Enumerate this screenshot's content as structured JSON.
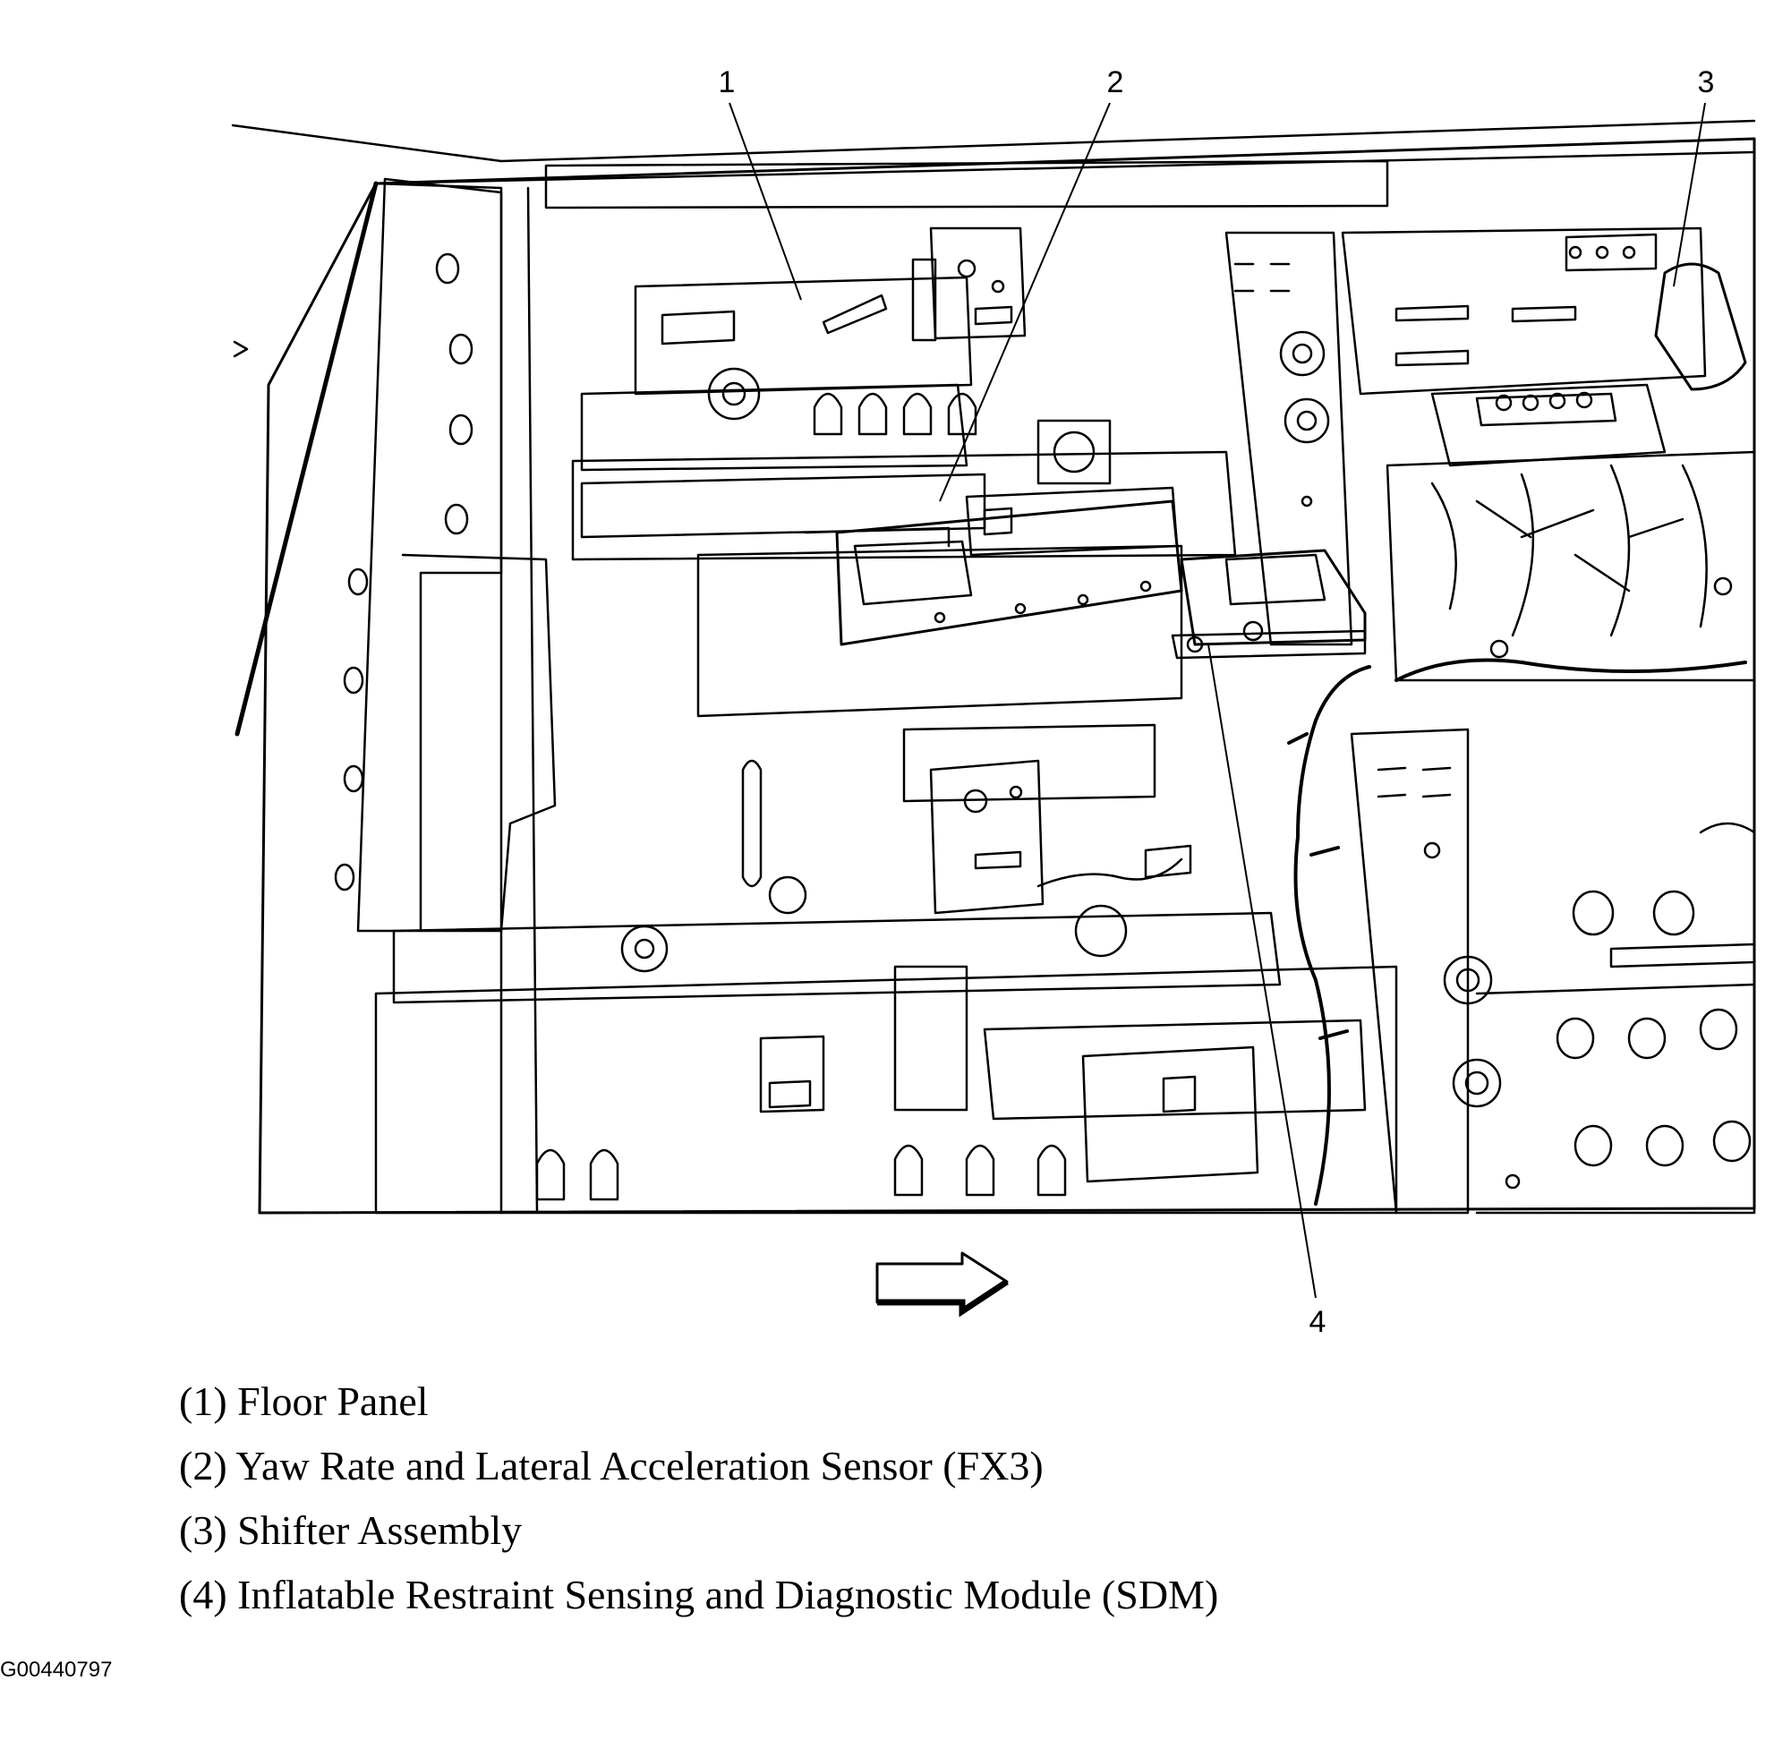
{
  "callouts": [
    {
      "number": "1",
      "part": "Floor Panel"
    },
    {
      "number": "2",
      "part": "Yaw Rate and Lateral Acceleration Sensor (FX3)"
    },
    {
      "number": "3",
      "part": "Shifter Assembly"
    },
    {
      "number": "4",
      "part": "Inflatable Restraint Sensing and Diagnostic Module (SDM)"
    }
  ],
  "legend": [
    "(1) Floor Panel",
    "(2) Yaw Rate and Lateral Acceleration Sensor (FX3)",
    "(3) Shifter Assembly",
    "(4) Inflatable Restraint Sensing and Diagnostic Module (SDM)"
  ],
  "figure_id": "G00440797",
  "line_color": "#000000",
  "background_color": "#ffffff"
}
